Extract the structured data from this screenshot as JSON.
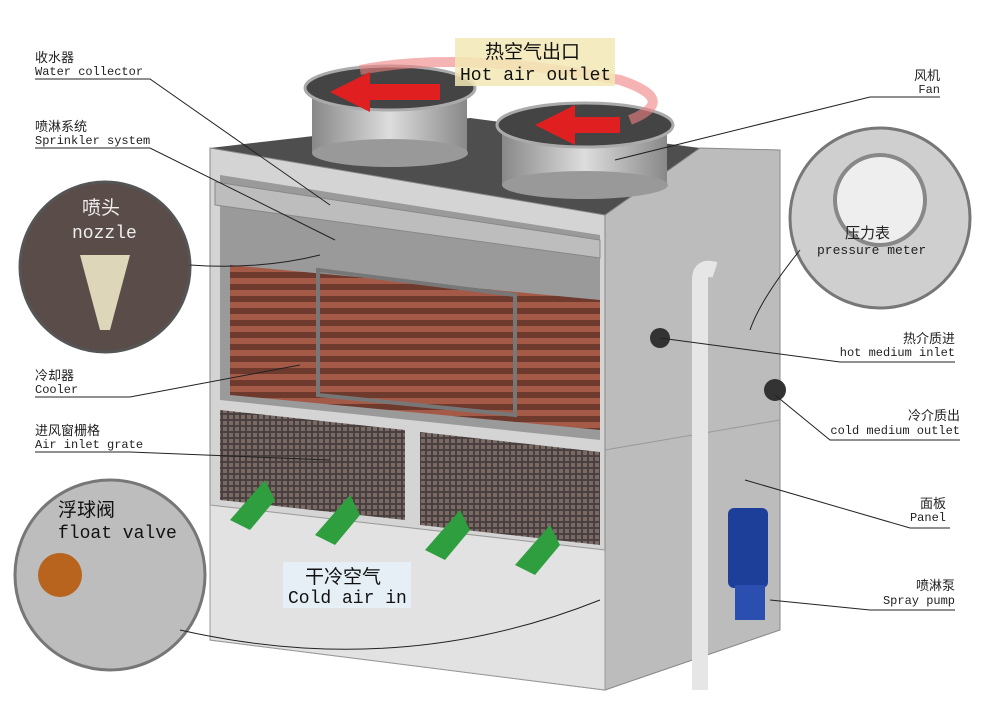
{
  "colors": {
    "panel": "#c9c9c9",
    "side": "#b9b9b9",
    "top": "#555555",
    "coil": "#8a4a3a",
    "arrow_red": "#e02020",
    "arrow_green": "#2e9e3e",
    "pump": "#1d3f9a"
  },
  "labels": {
    "water_collector": {
      "cn": "收水器",
      "en": "Water collector"
    },
    "sprinkler": {
      "cn": "喷淋系统",
      "en": "Sprinkler system"
    },
    "nozzle": {
      "cn": "喷头",
      "en": "nozzle"
    },
    "cooler": {
      "cn": "冷却器",
      "en": "Cooler"
    },
    "air_inlet": {
      "cn": "进风窗栅格",
      "en": "Air inlet grate"
    },
    "float_valve": {
      "cn": "浮球阀",
      "en": "float valve"
    },
    "hot_air": {
      "cn": "热空气出口",
      "en": "Hot air outlet"
    },
    "fan": {
      "cn": "风机",
      "en": "Fan"
    },
    "pressure": {
      "cn": "压力表",
      "en": "pressure meter"
    },
    "hot_inlet": {
      "cn": "热介质进",
      "en": "hot medium inlet"
    },
    "cold_outlet": {
      "cn": "冷介质出",
      "en": "cold medium outlet"
    },
    "panel": {
      "cn": "面板",
      "en": "Panel"
    },
    "spray_pump": {
      "cn": "喷淋泵",
      "en": "Spray pump"
    },
    "cold_air": {
      "cn": "干冷空气",
      "en": "Cold air in"
    }
  }
}
